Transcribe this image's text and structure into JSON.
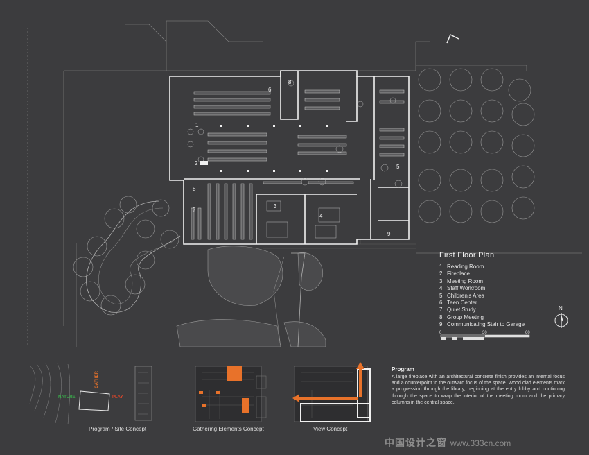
{
  "plan": {
    "title": "First Floor Plan",
    "legend": [
      {
        "num": "1",
        "label": "Reading Room"
      },
      {
        "num": "2",
        "label": "Fireplace"
      },
      {
        "num": "3",
        "label": "Meeting Room"
      },
      {
        "num": "4",
        "label": "Staff Workroom"
      },
      {
        "num": "5",
        "label": "Children's Area"
      },
      {
        "num": "6",
        "label": "Teen Center"
      },
      {
        "num": "7",
        "label": "Quiet Study"
      },
      {
        "num": "8",
        "label": "Group Meeting"
      },
      {
        "num": "9",
        "label": "Communicating Stair to Garage"
      }
    ],
    "room_tags": [
      "1",
      "2",
      "3",
      "4",
      "5",
      "6",
      "7",
      "8",
      "8",
      "9"
    ],
    "north_label": "N",
    "scale_labels": [
      "0",
      "30",
      "60"
    ]
  },
  "concepts": {
    "site": {
      "label": "Program / Site Concept",
      "gather": "GATHER",
      "nature": "NATURE",
      "play": "PLAY"
    },
    "gathering": {
      "label": "Gathering Elements Concept"
    },
    "view": {
      "label": "View  Concept"
    }
  },
  "program": {
    "heading": "Program",
    "body": "A large fireplace with an architectural concrete finish provides an internal focus and a counterpoint to the outward focus of the space. Wood clad elements mark a progression through the library, beginning at the entry lobby and continuing through the space to wrap the interior of the meeting room and the primary columns in the central space."
  },
  "watermark": {
    "text": "中国设计之窗",
    "url": "www.333cn.com"
  },
  "colors": {
    "background": "#3c3c3e",
    "accent_orange": "#e8722a",
    "nature_green": "#3aa64a",
    "play_red": "#d8452a",
    "linework": "#d8d8d8"
  }
}
